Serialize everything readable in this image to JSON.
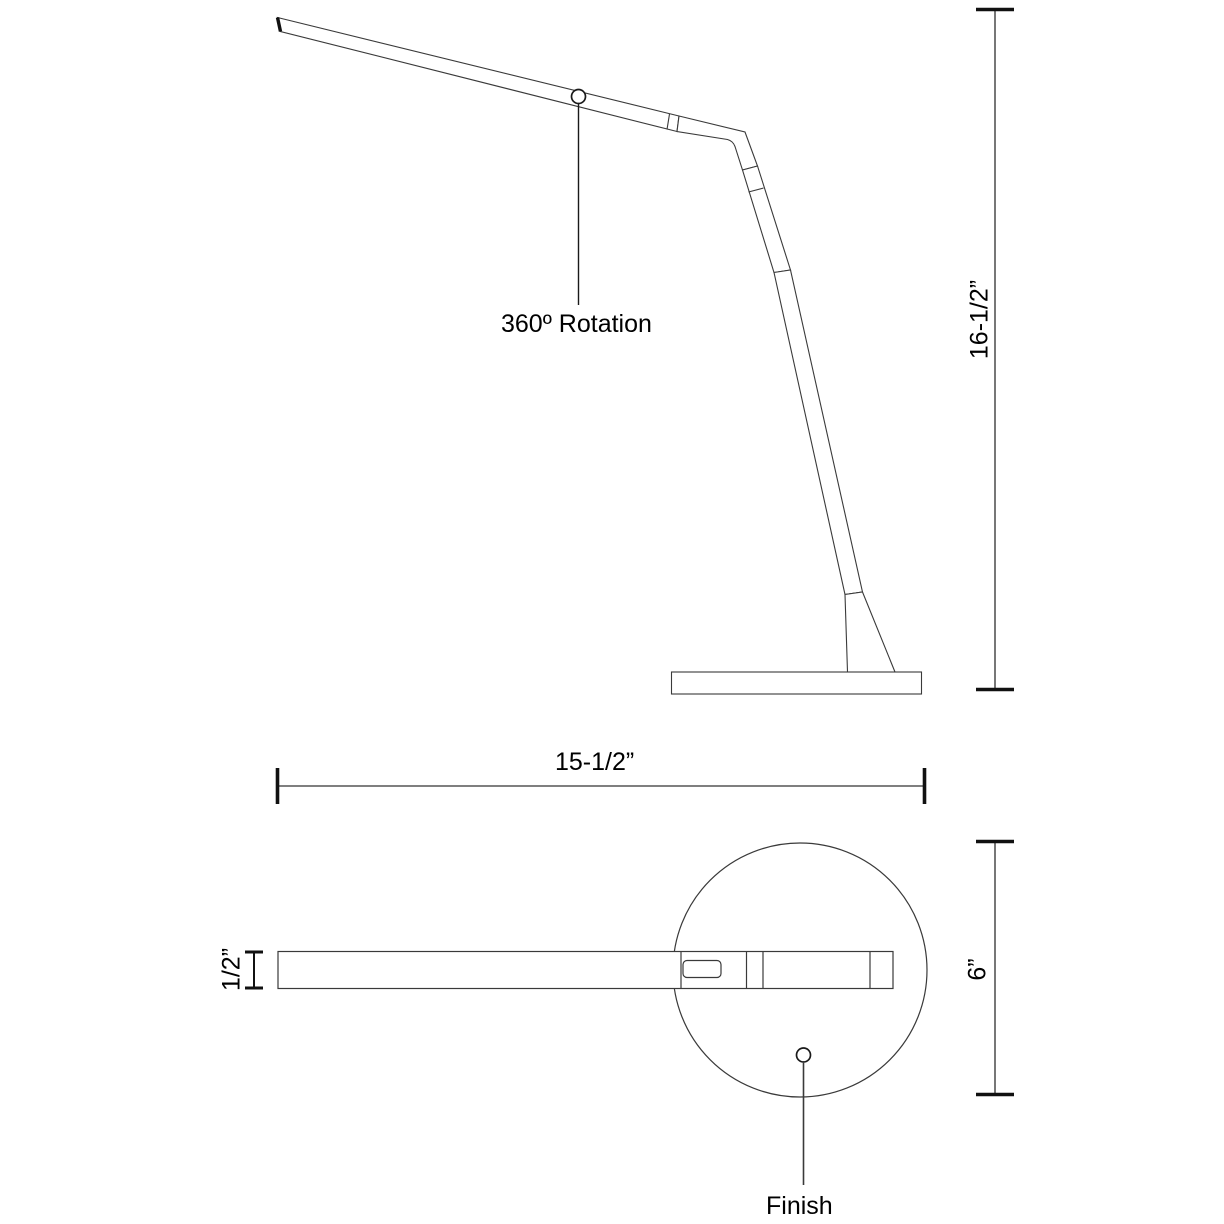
{
  "drawing": {
    "type": "technical-dimension-drawing",
    "subject": "adjustable desk lamp",
    "views": [
      {
        "name": "side-elevation",
        "label": ""
      },
      {
        "name": "top-plan",
        "label": ""
      }
    ]
  },
  "dimensions": {
    "height": {
      "value": "16-1/2”",
      "orientation": "vertical",
      "view": "side-elevation"
    },
    "width": {
      "value": "15-1/2”",
      "orientation": "horizontal",
      "view": "top-plan"
    },
    "depth": {
      "value": "6”",
      "orientation": "vertical",
      "view": "top-plan"
    },
    "thickness": {
      "value": "1/2”",
      "orientation": "vertical",
      "view": "top-plan"
    }
  },
  "callouts": {
    "rotation": {
      "label": "360º Rotation",
      "view": "side-elevation"
    },
    "finish": {
      "label": "Finish",
      "view": "top-plan"
    }
  },
  "colors": {
    "line": "#1a1a1a",
    "thin_line": "#4d4d4d",
    "background": "#ffffff",
    "text": "#000000"
  }
}
